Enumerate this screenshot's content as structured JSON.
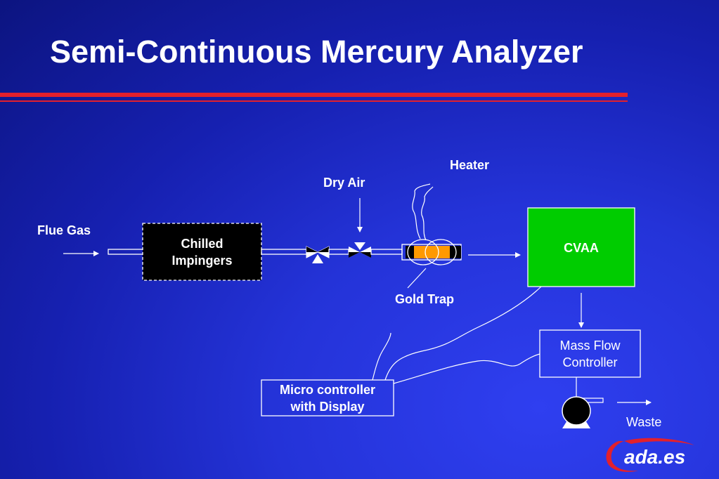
{
  "title": "Semi-Continuous Mercury Analyzer",
  "labels": {
    "flue_gas": "Flue Gas",
    "dry_air": "Dry Air",
    "heater": "Heater",
    "gold_trap": "Gold Trap",
    "waste": "Waste"
  },
  "boxes": {
    "chilled_impingers": [
      "Chilled",
      "Impingers"
    ],
    "cvaa": "CVAA",
    "mass_flow_controller": [
      "Mass Flow",
      "Controller"
    ],
    "micro_controller": [
      "Micro controller",
      "with Display"
    ]
  },
  "logo_text": "ada.es",
  "colors": {
    "background": "#1a25c0",
    "title_rule": "#e3202c",
    "cvaa_fill": "#00cc00",
    "impinger_fill": "#000000",
    "gold_trap_fill": "#ff9900",
    "logo_swoosh": "#e3202c"
  }
}
